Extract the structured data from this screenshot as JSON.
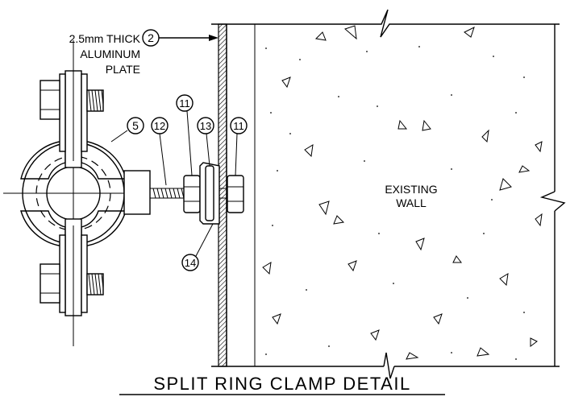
{
  "title": "SPLIT RING CLAMP DETAIL",
  "plate_note": {
    "line1": "2.5mm THICK",
    "line2": "ALUMINUM",
    "line3": "PLATE",
    "tag": "2"
  },
  "wall_label": {
    "line1": "EXISTING",
    "line2": "WALL"
  },
  "callouts": {
    "clamp": "5",
    "rod": "12",
    "nut_left": "11",
    "washer": "13",
    "nut_right": "11",
    "bracket": "14"
  }
}
